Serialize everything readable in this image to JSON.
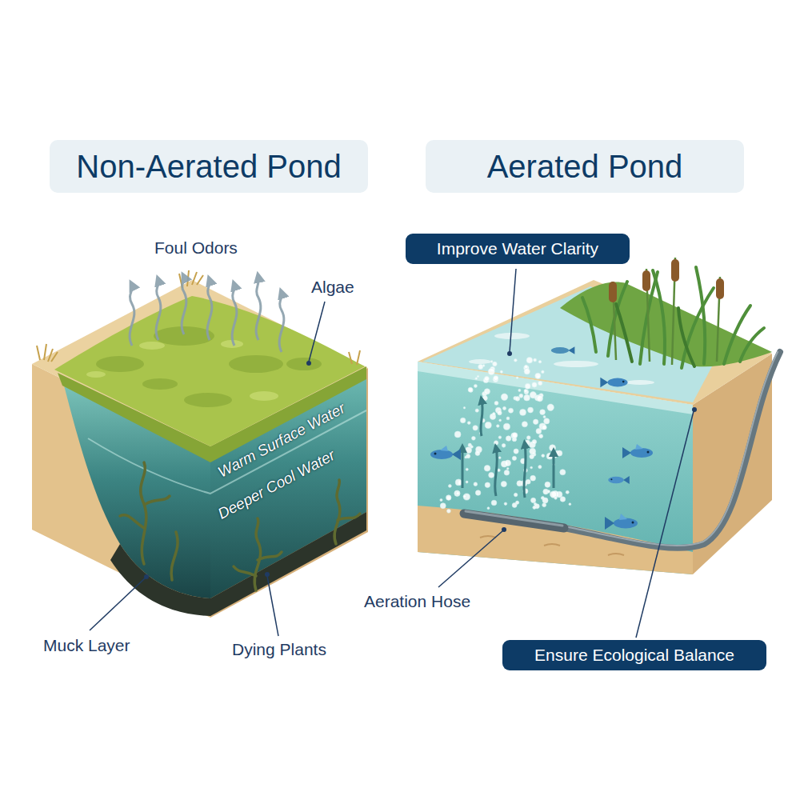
{
  "diagram": {
    "nodes": [
      {
        "text": [
          "Non-Aerated Pond"
        ]
      },
      {
        "text": [
          "Aerated Pond"
        ]
      },
      {
        "text": [
          "Improve Water Clarity"
        ]
      },
      {
        "text": [
          "Ensure Ecological Balance"
        ]
      }
    ],
    "labels": [
      "Foul Odors",
      "Algae",
      "Warm Surface Water",
      "Deeper Cool Water",
      "Muck Layer",
      "Dying Plants",
      "Aeration Hose"
    ]
  }
}
